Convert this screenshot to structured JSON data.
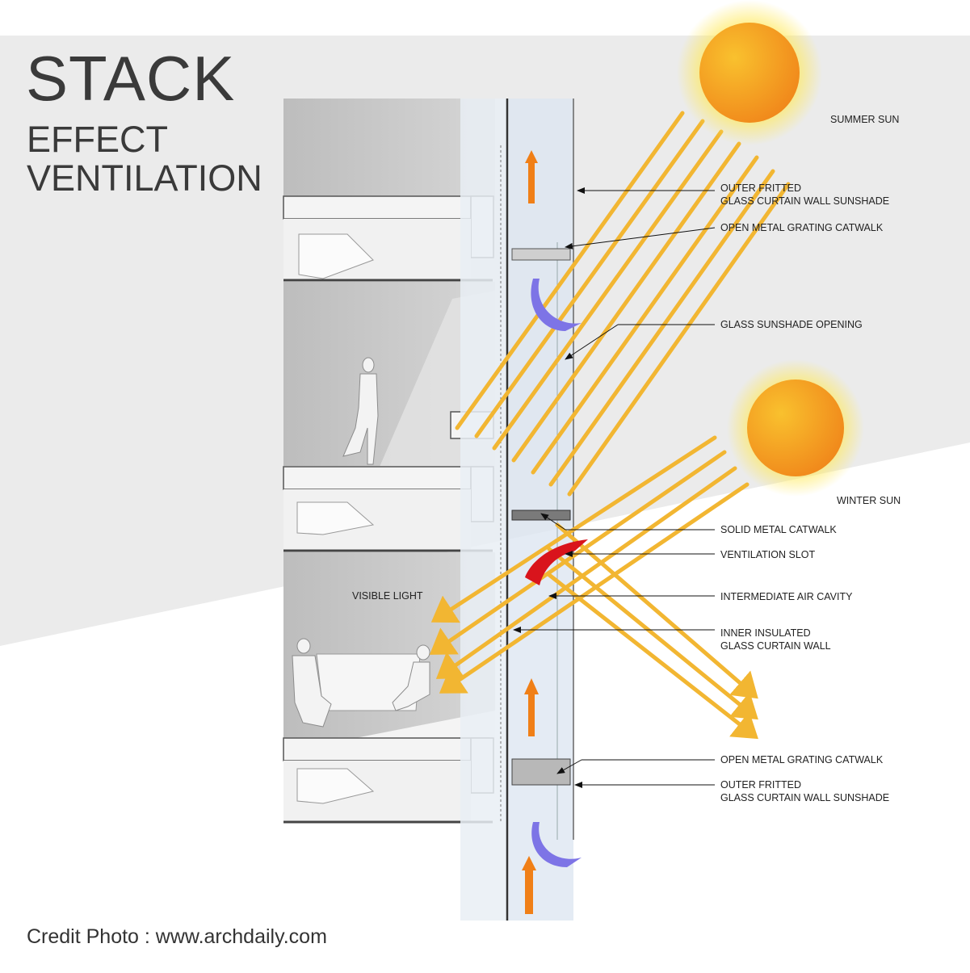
{
  "title": {
    "main": "STACK",
    "line2": "EFFECT",
    "line3": "VENTILATION"
  },
  "credit": "Credit Photo : www.archdaily.com",
  "suns": {
    "summer": "SUMMER SUN",
    "winter": "WINTER SUN"
  },
  "labels": {
    "outer_fritted_top_1": "OUTER FRITTED",
    "outer_fritted_top_2": "GLASS CURTAIN WALL SUNSHADE",
    "grating_top": "OPEN METAL GRATING CATWALK",
    "sunshade_opening": "GLASS SUNSHADE OPENING",
    "solid_catwalk": "SOLID METAL CATWALK",
    "ventilation_slot": "VENTILATION SLOT",
    "air_cavity": "INTERMEDIATE AIR CAVITY",
    "inner_wall_1": "INNER INSULATED",
    "inner_wall_2": "GLASS CURTAIN WALL",
    "grating_bottom": "OPEN METAL GRATING CATWALK",
    "outer_fritted_bottom_1": "OUTER FRITTED",
    "outer_fritted_bottom_2": "GLASS CURTAIN WALL SUNSHADE",
    "visible_light": "VISIBLE LIGHT"
  },
  "colors": {
    "background_band": "#ebebeb",
    "sun_ray": "#f2b632",
    "sun_core": "#f59a1c",
    "warm_air": "#f07f17",
    "cool_air": "#7d74e6",
    "hot_air": "#d9141c",
    "slab": "#f4f4f4",
    "room": "#c9c9c9",
    "glass": "#dde6f1"
  }
}
